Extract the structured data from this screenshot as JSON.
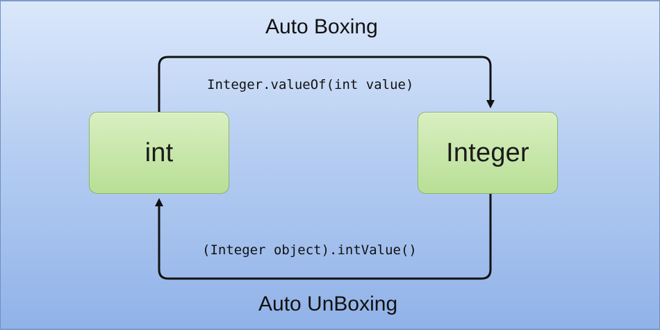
{
  "diagram": {
    "top_label": "Auto Boxing",
    "bottom_label": "Auto UnBoxing",
    "top_method": "Integer.valueOf(int value)",
    "bottom_method": "(Integer object).intValue()",
    "left_node": "int",
    "right_node": "Integer"
  },
  "colors": {
    "background_top": "#dbe8fb",
    "background_bottom": "#90b2e8",
    "node_fill_top": "#d9efc1",
    "node_fill_bottom": "#b8df95",
    "node_border": "#89b66a",
    "arrow": "#111111"
  }
}
